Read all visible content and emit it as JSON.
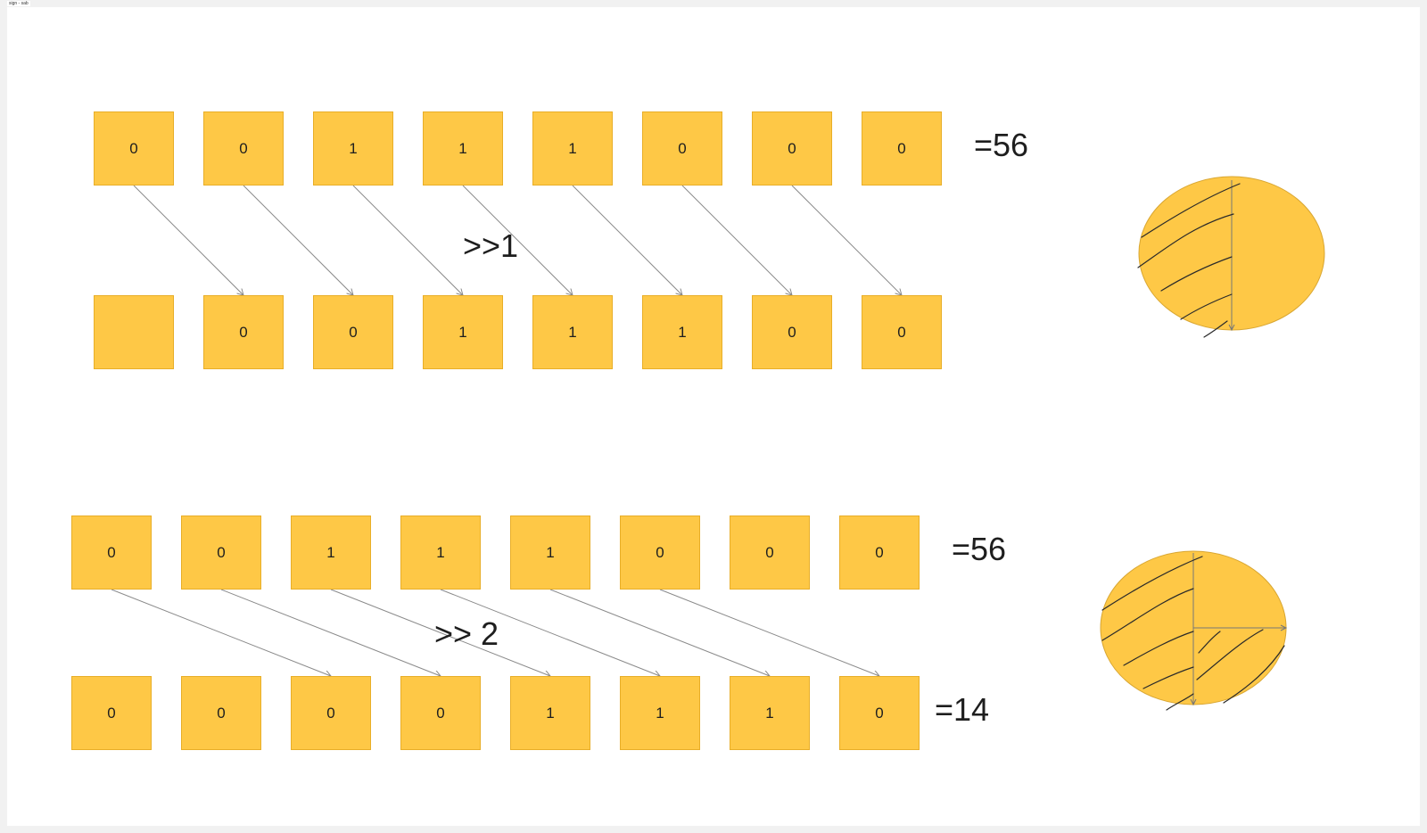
{
  "board": {
    "tab_label": "sign - sab"
  },
  "top_diagram": {
    "input_bits": [
      "0",
      "0",
      "1",
      "1",
      "1",
      "0",
      "0",
      "0"
    ],
    "output_bits": [
      "",
      "0",
      "0",
      "1",
      "1",
      "1",
      "0",
      "0"
    ],
    "input_value_label": "=56",
    "operator_label": ">>1",
    "shift": 1
  },
  "bottom_diagram": {
    "input_bits": [
      "0",
      "0",
      "1",
      "1",
      "1",
      "0",
      "0",
      "0"
    ],
    "output_bits": [
      "0",
      "0",
      "0",
      "0",
      "1",
      "1",
      "1",
      "0"
    ],
    "input_value_label": "=56",
    "operator_label": ">> 2",
    "output_value_label": "=14",
    "shift": 2
  },
  "colors": {
    "box_fill": "#fec846",
    "box_border": "#e8ae28",
    "arrow": "#8a8a8a",
    "sketch_stroke": "#2a2a2a"
  }
}
